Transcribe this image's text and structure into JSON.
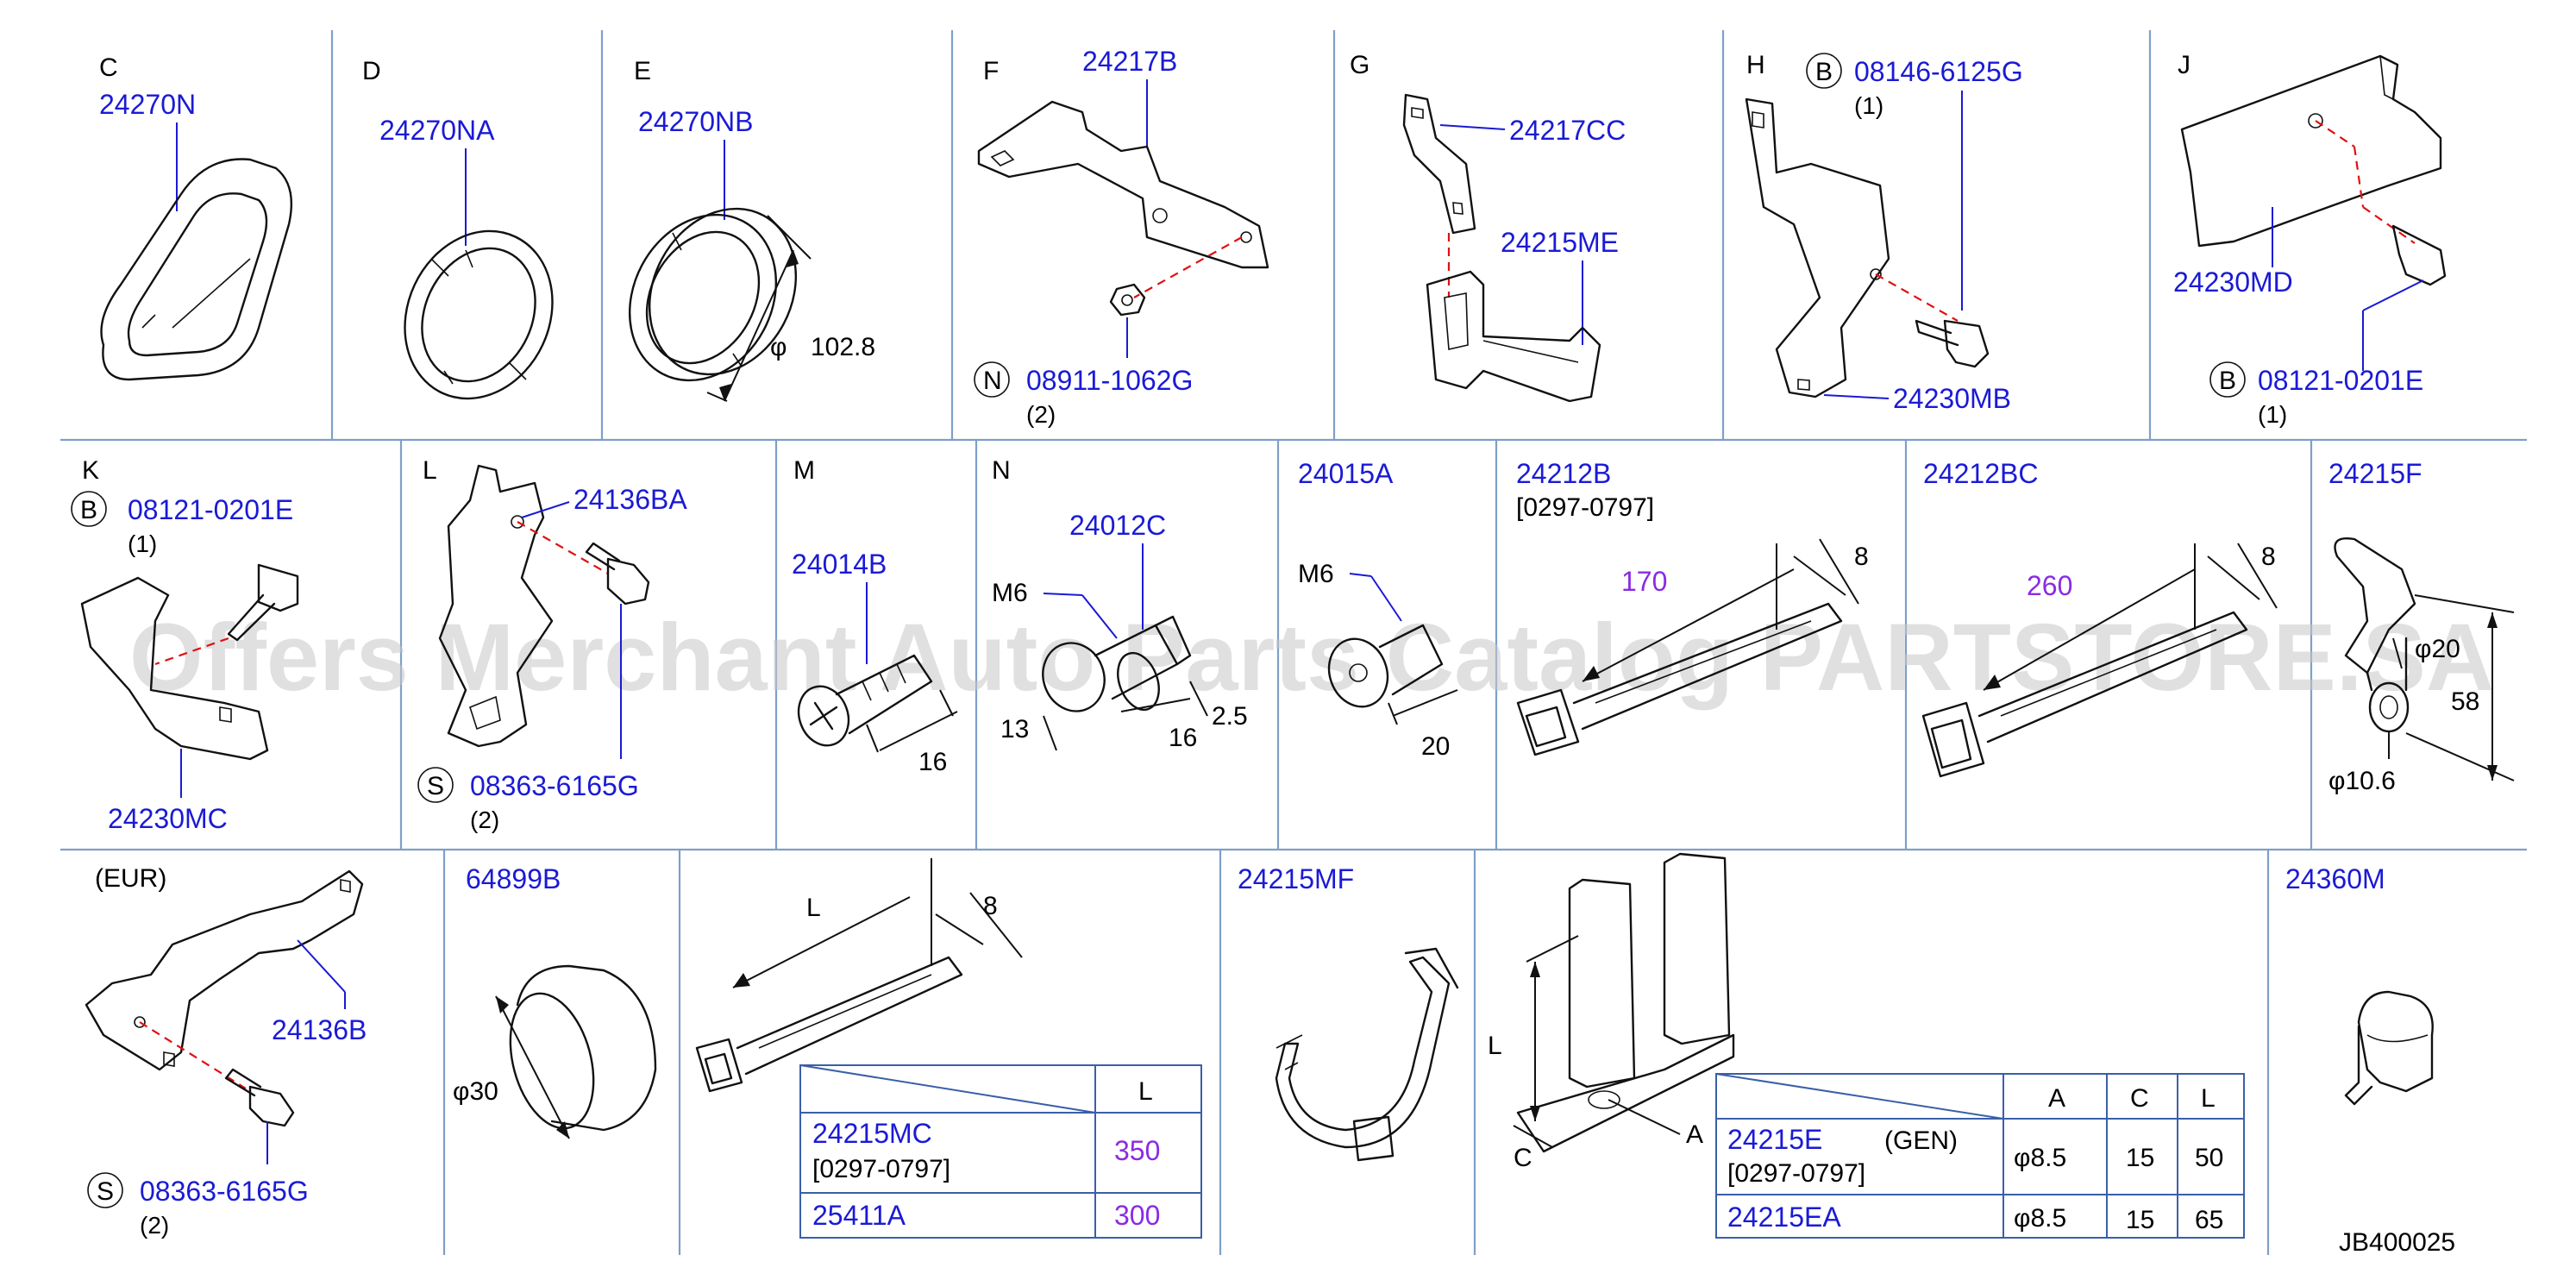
{
  "watermark": "Offers Merchant Auto Parts Catalog PARTSTORE.SA",
  "diagram_id": "JB400025",
  "callouts": {
    "C": "C",
    "D": "D",
    "E": "E",
    "F": "F",
    "G": "G",
    "H": "H",
    "J": "J",
    "K": "K",
    "L": "L",
    "M": "M",
    "N": "N",
    "EUR": "(EUR)"
  },
  "parts": {
    "p24270N": "24270N",
    "p24270NA": "24270NA",
    "p24270NB": "24270NB",
    "p24217B": "24217B",
    "p08911": "08911-1062G",
    "p24217CC": "24217CC",
    "p24215ME": "24215ME",
    "p08146": "08146-6125G",
    "p24230MB": "24230MB",
    "p24230MD": "24230MD",
    "p08121_J": "08121-0201E",
    "p08121_K": "08121-0201E",
    "p24230MC": "24230MC",
    "p24136BA": "24136BA",
    "p08363_L": "08363-6165G",
    "p24014B": "24014B",
    "p24012C": "24012C",
    "p24015A": "24015A",
    "p24212B": "24212B",
    "p24212BC": "24212BC",
    "p24215F": "24215F",
    "p24136B": "24136B",
    "p08363_EUR": "08363-6165G",
    "p64899B": "64899B",
    "p24215MF": "24215MF",
    "p24360M": "24360M"
  },
  "quantities": {
    "q1_H": "(1)",
    "q2_F": "(2)",
    "q1_J": "(1)",
    "q1_K": "(1)",
    "q2_L": "(2)",
    "q2_EUR": "(2)"
  },
  "symbols": {
    "B": "B",
    "N": "N",
    "S": "S"
  },
  "notes": {
    "date_24212B": "[0297-0797]"
  },
  "dimensions": {
    "phi102": "φ",
    "d102": "102.8",
    "m6a": "M6",
    "m6b": "M6",
    "d16a": "16",
    "d13": "13",
    "d16b": "16",
    "d25": "2.5",
    "d20": "20",
    "d170": "170",
    "d8a": "8",
    "d260": "260",
    "d8b": "8",
    "phi20": "φ20",
    "d58": "58",
    "phi106": "φ10.6",
    "phi30": "φ30",
    "L1": "L",
    "d8c": "8",
    "L2": "L",
    "C": "C",
    "A": "A"
  },
  "table_L": {
    "header": "L",
    "rows": [
      {
        "part": "24215MC",
        "note": "[0297-0797]",
        "value": "350"
      },
      {
        "part": "25411A",
        "note": "",
        "value": "300"
      }
    ]
  },
  "table_ACL": {
    "headers": [
      "A",
      "C",
      "L"
    ],
    "rows": [
      {
        "part": "24215E",
        "suffix": "(GEN)",
        "note": "[0297-0797]",
        "A": "φ8.5",
        "C": "15",
        "L": "50"
      },
      {
        "part": "24215EA",
        "suffix": "",
        "note": "",
        "A": "φ8.5",
        "C": "15",
        "L": "65"
      }
    ]
  }
}
